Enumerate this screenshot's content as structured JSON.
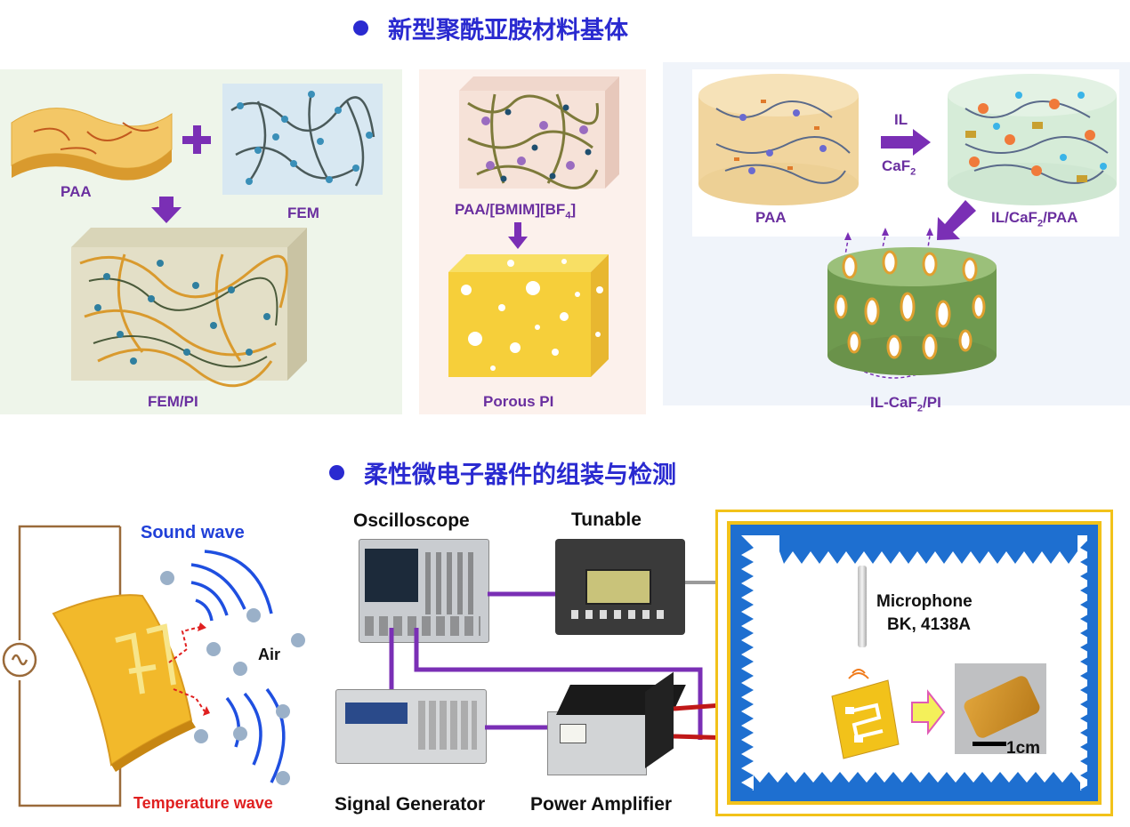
{
  "section1": {
    "title": "新型聚酰亚胺材料基体"
  },
  "panel_a": {
    "paa": "PAA",
    "fem": "FEM",
    "fem_pi": "FEM/PI"
  },
  "panel_b": {
    "paa_il_prefix": "PAA/[BMIM][BF",
    "paa_il_sub": "4",
    "paa_il_suffix": "]",
    "porous_pi": "Porous PI"
  },
  "panel_c": {
    "paa": "PAA",
    "il": "IL",
    "caf_prefix": "CaF",
    "caf_sub": "2",
    "il_caf_paa_prefix": "IL/CaF",
    "il_caf_paa_sub": "2",
    "il_caf_paa_suffix": "/PAA",
    "il_caf_pi_prefix": "IL-CaF",
    "il_caf_pi_sub": "2",
    "il_caf_pi_suffix": "/PI"
  },
  "section2": {
    "title": "柔性微电子器件的组装与检测"
  },
  "device": {
    "sound_wave": "Sound wave",
    "air": "Air",
    "temperature_wave": "Temperature wave"
  },
  "setup": {
    "oscilloscope": "Oscilloscope",
    "tunable": "Tunable",
    "microphone": "Microphone",
    "microphone_model": "BK, 4138A",
    "signal_generator": "Signal Generator",
    "power_amplifier": "Power Amplifier",
    "scale_bar": "1cm"
  },
  "colors": {
    "heading": "#2a2ad0",
    "label_purple": "#6a2f9f",
    "arrow_purple": "#7a2fb5",
    "chamber_blue": "#1e6fd0",
    "chamber_frame": "#f2c21a"
  }
}
